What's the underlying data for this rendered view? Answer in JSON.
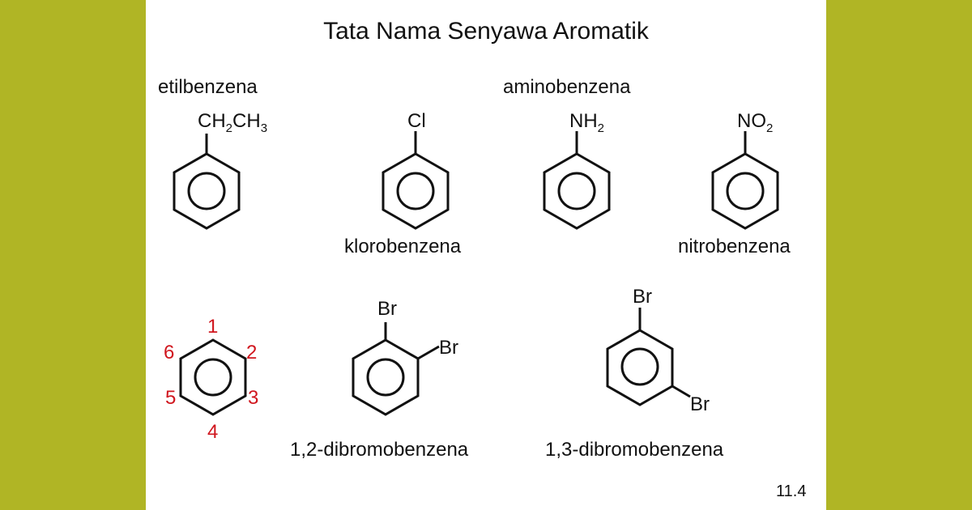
{
  "slide": {
    "title": "Tata Nama Senyawa Aromatik",
    "page_number": "11.4",
    "colors": {
      "side_bars": "#b0b525",
      "panel": "#ffffff",
      "text": "#111111",
      "numbering": "#d0161e"
    }
  },
  "compounds": [
    {
      "name": "etilbenzena",
      "substituent": {
        "base": "CH",
        "sub1": "2",
        "mid": "CH",
        "sub2": "3"
      }
    },
    {
      "name": "klorobenzena",
      "substituent": {
        "base": "Cl"
      }
    },
    {
      "name": "aminobenzena",
      "substituent": {
        "base": "NH",
        "sub1": "2"
      }
    },
    {
      "name": "nitrobenzena",
      "substituent": {
        "base": "NO",
        "sub1": "2"
      }
    },
    {
      "name": "1,2-dibromobenzena",
      "substituents": [
        "Br",
        "Br"
      ]
    },
    {
      "name": "1,3-dibromobenzena",
      "substituents": [
        "Br",
        "Br"
      ]
    }
  ],
  "numbering_ring": {
    "positions": [
      "1",
      "2",
      "3",
      "4",
      "5",
      "6"
    ]
  }
}
